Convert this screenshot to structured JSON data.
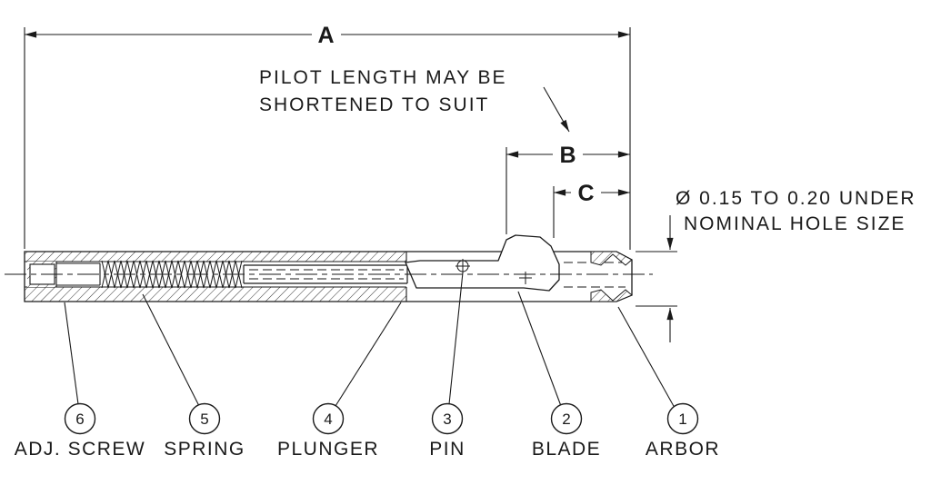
{
  "drawing": {
    "dimensions": {
      "a": "A",
      "b": "B",
      "c": "C"
    },
    "notes": {
      "pilot_line1": "PILOT LENGTH MAY BE",
      "pilot_line2": "SHORTENED TO SUIT",
      "diameter_line1": "Ø 0.15 TO 0.20 UNDER",
      "diameter_line2": "NOMINAL HOLE SIZE"
    },
    "parts": [
      {
        "balloon": "6",
        "name": "ADJ. SCREW"
      },
      {
        "balloon": "5",
        "name": "SPRING"
      },
      {
        "balloon": "4",
        "name": "PLUNGER"
      },
      {
        "balloon": "3",
        "name": "PIN"
      },
      {
        "balloon": "2",
        "name": "BLADE"
      },
      {
        "balloon": "1",
        "name": "ARBOR"
      }
    ],
    "colors": {
      "line": "#1a1a1a",
      "background": "#ffffff"
    }
  }
}
